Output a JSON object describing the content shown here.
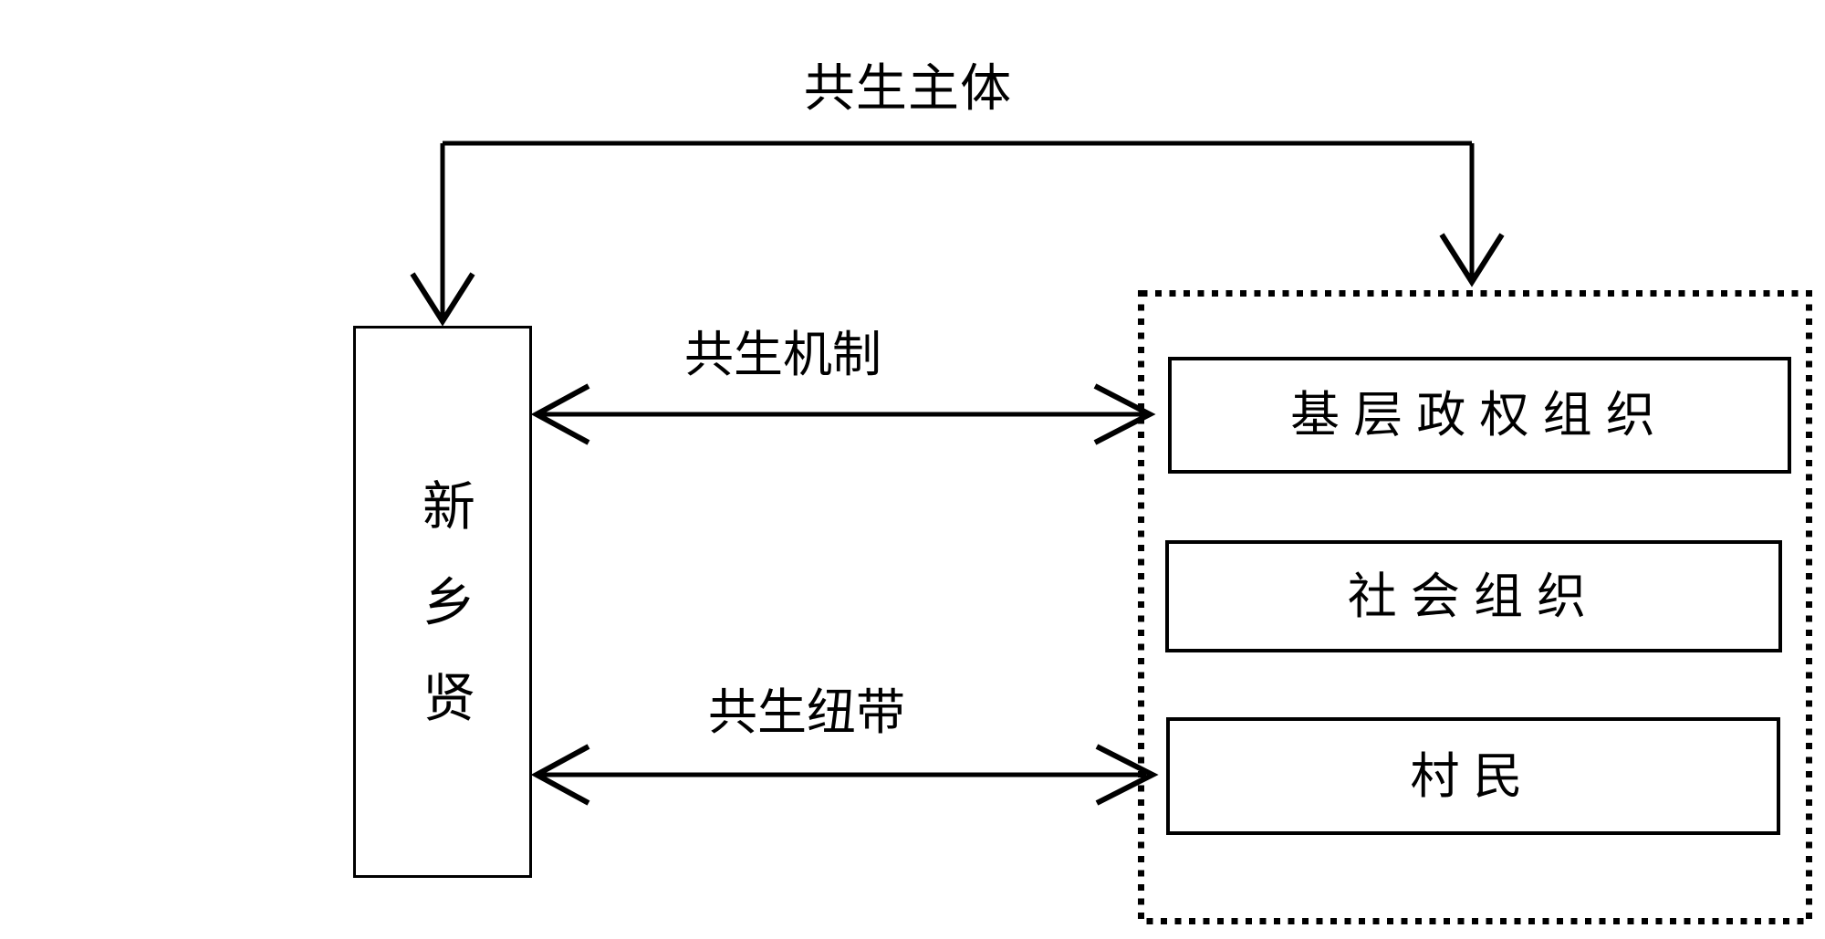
{
  "figure": {
    "top_label": "共生主体",
    "left_box": {
      "chars": [
        "新",
        "乡",
        "贤"
      ]
    },
    "arrows": {
      "mechanism_label": "共生机制",
      "bond_label": "共生纽带"
    },
    "container": {
      "boxes": [
        {
          "label": "基层政权组织"
        },
        {
          "label": "社会组织"
        },
        {
          "label": "村民"
        }
      ]
    },
    "colors": {
      "line": "#000000",
      "background": "#ffffff"
    }
  }
}
